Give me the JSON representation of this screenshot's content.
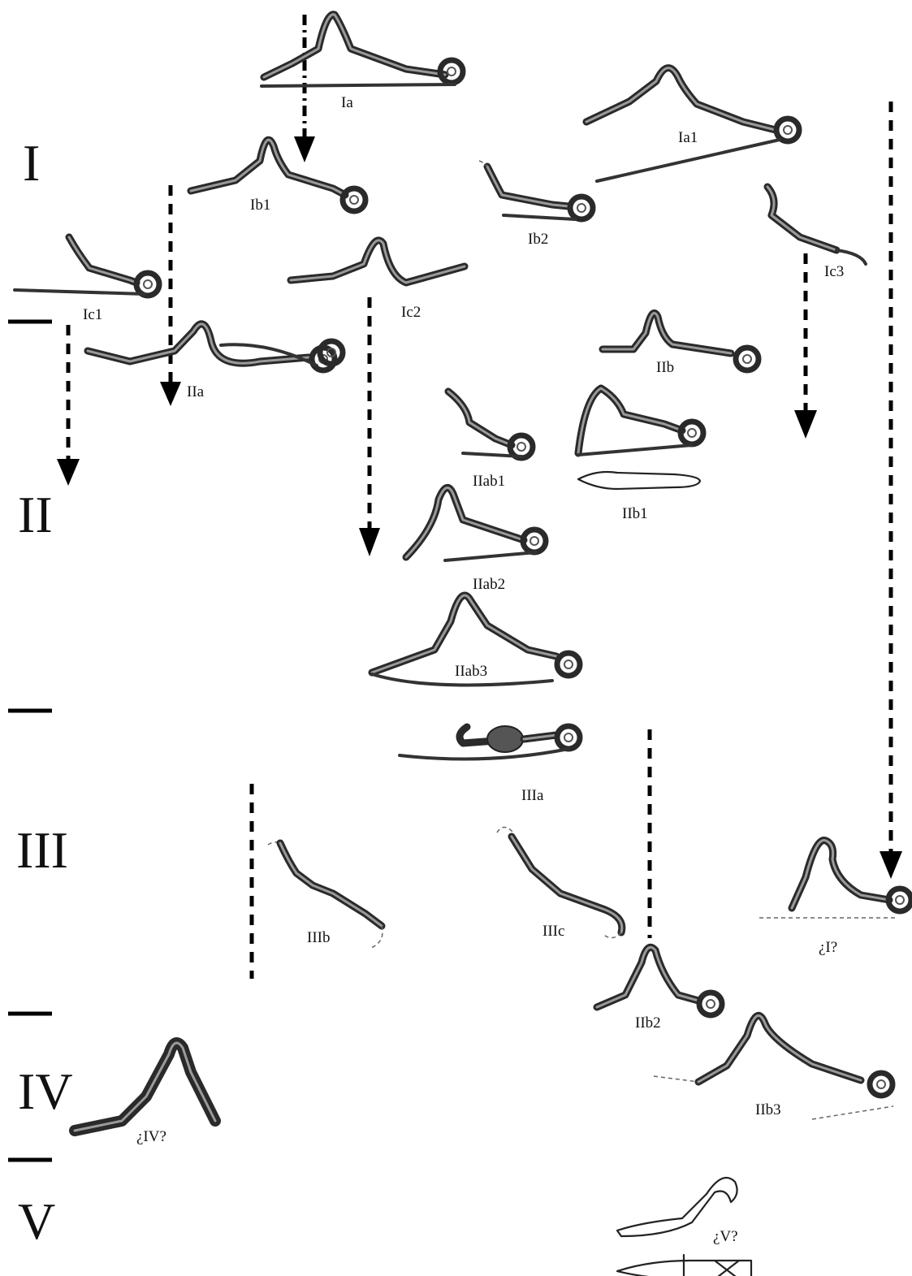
{
  "phases": [
    "I",
    "II",
    "III",
    "IV",
    "V"
  ],
  "types": {
    "Ia": "Ia",
    "Ia1": "Ia1",
    "Ib1": "Ib1",
    "Ib2": "Ib2",
    "Ic1": "Ic1",
    "Ic2": "Ic2",
    "Ic3": "Ic3",
    "IIa": "IIa",
    "IIb": "IIb",
    "IIab1": "IIab1",
    "IIb1": "IIb1",
    "IIab2": "IIab2",
    "IIab3": "IIab3",
    "IIIa": "IIIa",
    "IIIb": "IIIb",
    "IIIc": "IIIc",
    "I_q": "¿I?",
    "IIb2": "IIb2",
    "IIb3": "IIb3",
    "IV_q": "¿IV?",
    "V_q": "¿V?"
  }
}
